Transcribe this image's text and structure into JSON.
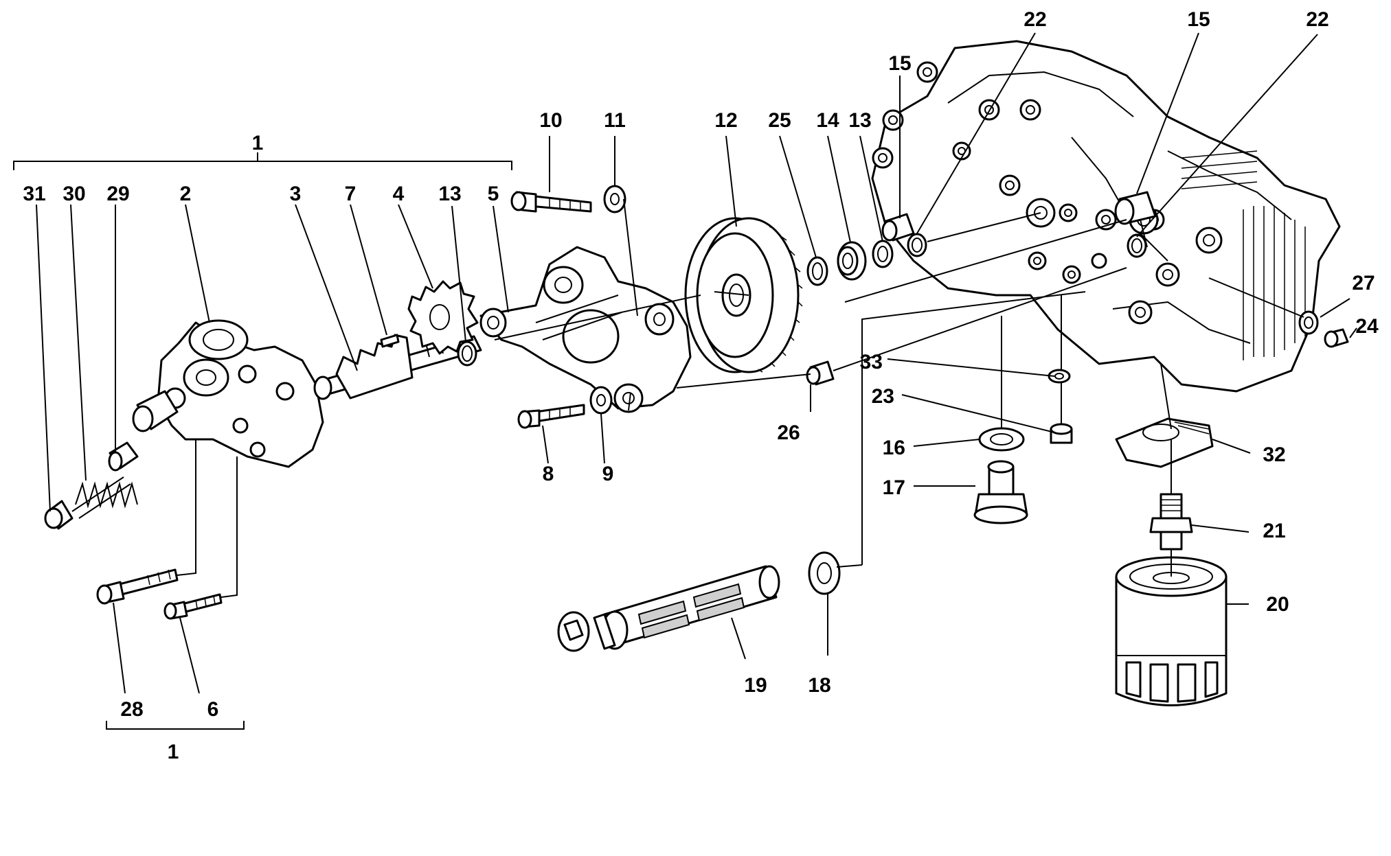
{
  "callouts": {
    "c1_top": "1",
    "c31": "31",
    "c30": "30",
    "c29": "29",
    "c2": "2",
    "c3": "3",
    "c7": "7",
    "c4": "4",
    "c13_left": "13",
    "c5": "5",
    "c10": "10",
    "c11": "11",
    "c12": "12",
    "c25": "25",
    "c14": "14",
    "c13_right": "13",
    "c15_left": "15",
    "c22_left": "22",
    "c15_right": "15",
    "c22_right": "22",
    "c27": "27",
    "c24": "24",
    "c33": "33",
    "c23": "23",
    "c16": "16",
    "c17": "17",
    "c26": "26",
    "c8": "8",
    "c9": "9",
    "c32": "32",
    "c21": "21",
    "c20": "20",
    "c19": "19",
    "c18": "18",
    "c28": "28",
    "c6": "6",
    "c1_bottom": "1"
  }
}
